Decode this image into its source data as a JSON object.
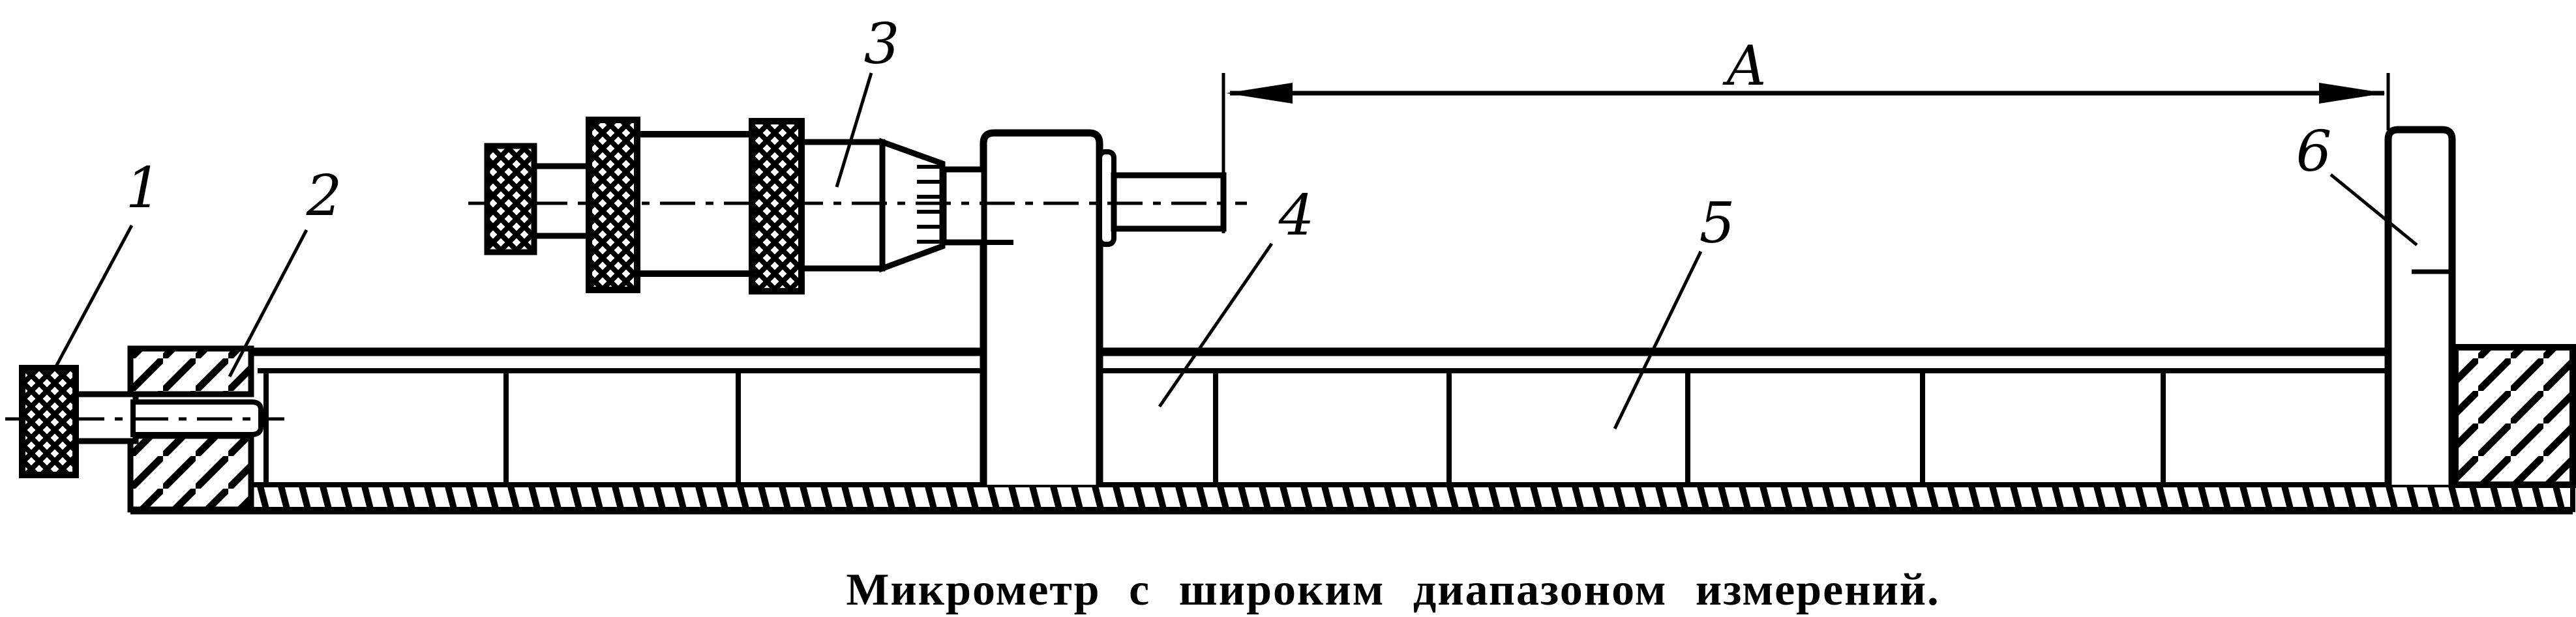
{
  "page": {
    "background_color": "#ffffff",
    "ink_color": "#000000"
  },
  "diagram": {
    "kind": "technical-line-drawing",
    "caption": "Микрометр с широким диапазоном измерений.",
    "dimension_label": "А",
    "callouts": [
      {
        "label": "1"
      },
      {
        "label": "2"
      },
      {
        "label": "3"
      },
      {
        "label": "4"
      },
      {
        "label": "5"
      },
      {
        "label": "6"
      }
    ]
  }
}
